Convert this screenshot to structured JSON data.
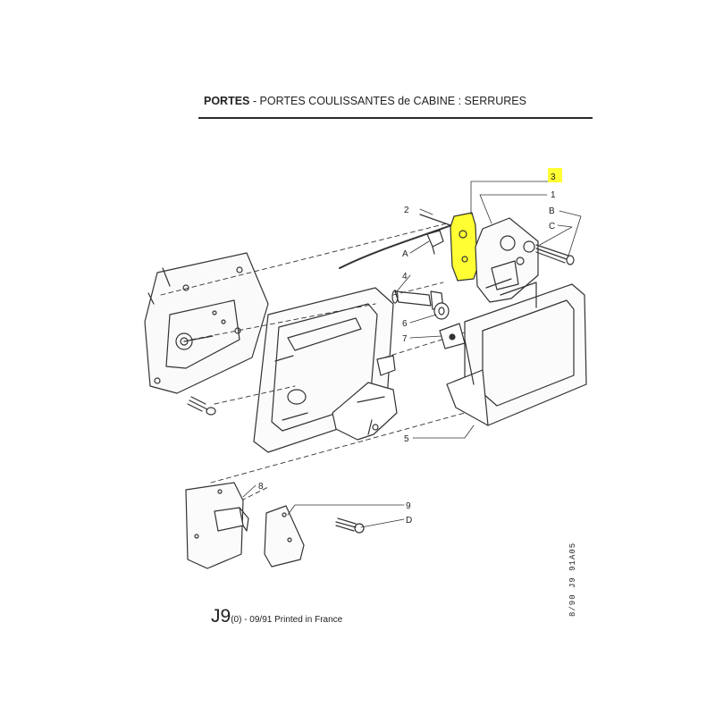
{
  "header": {
    "section": "PORTES",
    "separator": " - ",
    "subtitle": "PORTES COULISSANTES de CABINE : SERRURES"
  },
  "callouts": [
    {
      "id": "3",
      "text": "3",
      "highlighted": true
    },
    {
      "id": "1",
      "text": "1"
    },
    {
      "id": "2",
      "text": "2"
    },
    {
      "id": "B",
      "text": "B"
    },
    {
      "id": "C",
      "text": "C"
    },
    {
      "id": "A",
      "text": "A"
    },
    {
      "id": "4",
      "text": "4"
    },
    {
      "id": "6",
      "text": "6"
    },
    {
      "id": "7",
      "text": "7"
    },
    {
      "id": "5",
      "text": "5"
    },
    {
      "id": "8",
      "text": "8"
    },
    {
      "id": "9",
      "text": "9"
    },
    {
      "id": "D",
      "text": "D"
    }
  ],
  "highlight_color": "#ffff33",
  "footer": {
    "model": "J9",
    "edition": "(0) - 09/91 Printed in France"
  },
  "reference_code": "8/90  J9  91A05"
}
